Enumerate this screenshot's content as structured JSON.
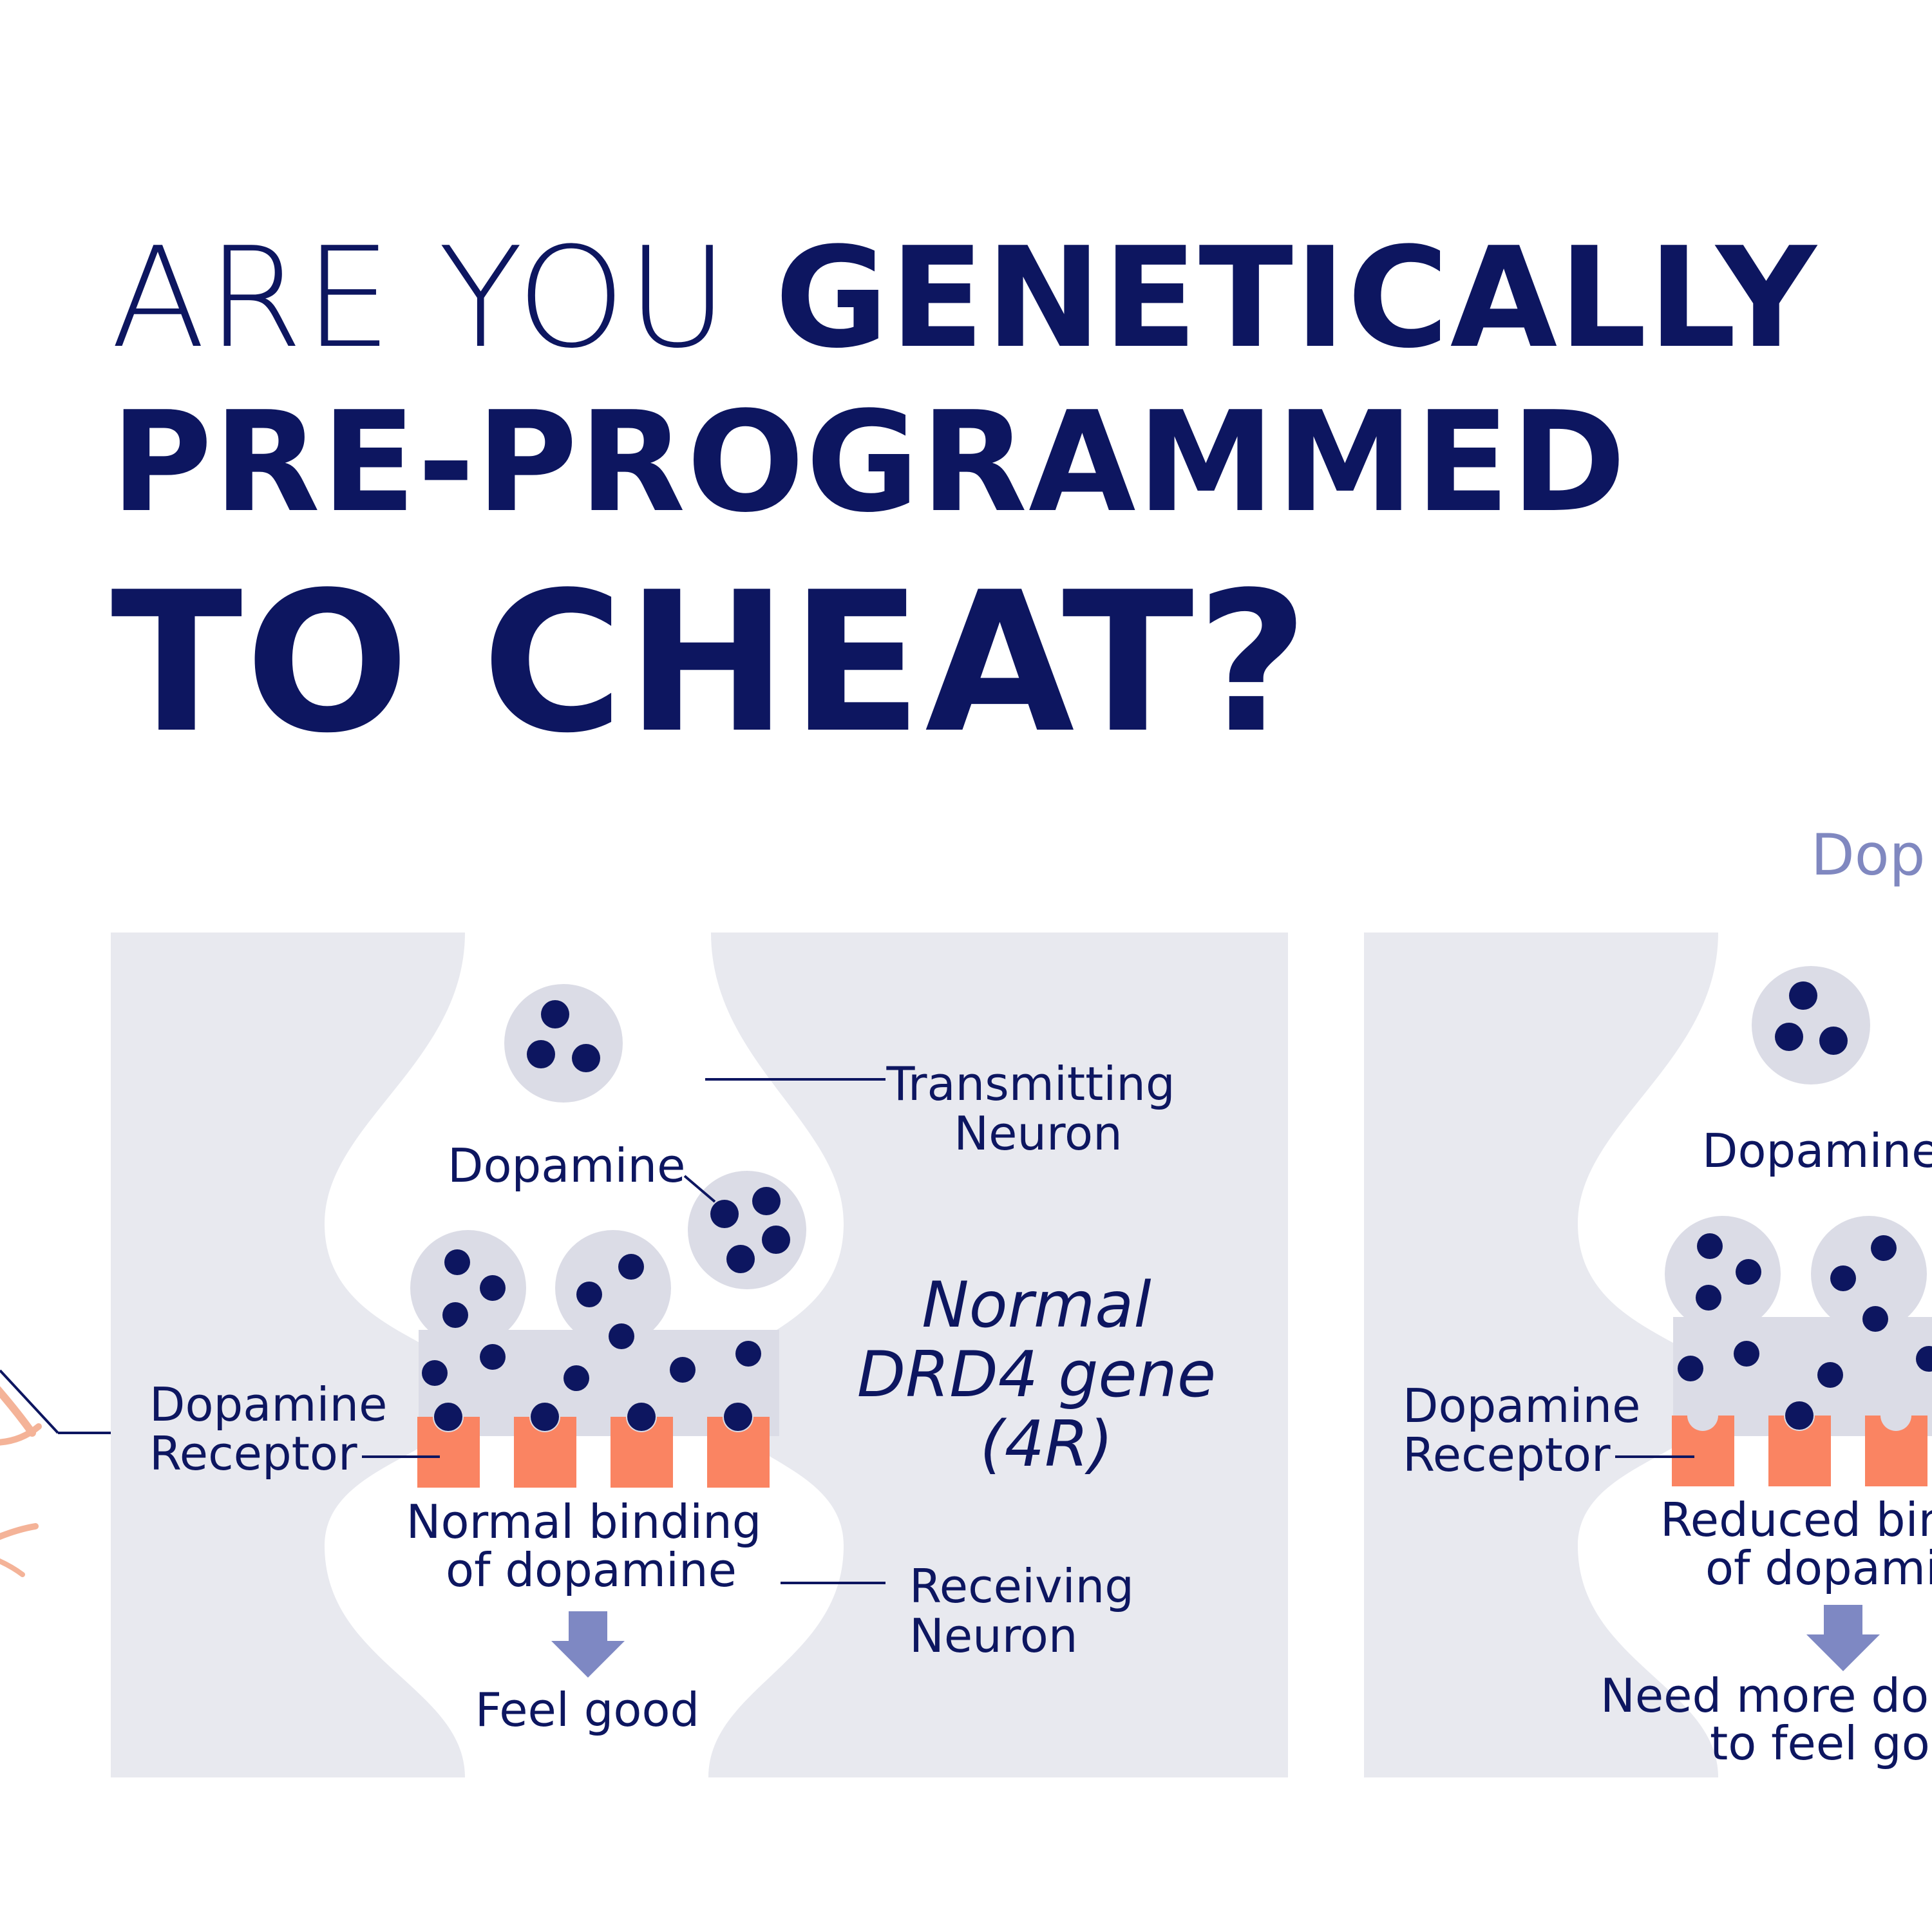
{
  "title": {
    "line1_light": "ARE YOU ",
    "line1_bold": "GENETICALLY",
    "line2": "PRE-PROGRAMMED",
    "line3": "TO CHEAT?"
  },
  "section_label": "Dop",
  "colors": {
    "navy": "#0d1660",
    "panel_gray": "#e8e9ef",
    "vesicle_gray": "#dbdce6",
    "receptor_orange": "#fa8462",
    "arrow_purple": "#7e88c3",
    "illustration_peach": "#f4b398"
  },
  "panel_normal": {
    "transmitting_neuron": [
      "Transmitting",
      "Neuron"
    ],
    "dopamine": "Dopamine",
    "gene": [
      "Normal",
      "DRD4 gene",
      "(4R)"
    ],
    "receptor": [
      "Dopamine",
      "Receptor"
    ],
    "binding": [
      "Normal binding",
      "of dopamine"
    ],
    "receiving_neuron": [
      "Receiving",
      "Neuron"
    ],
    "outcome": "Feel good"
  },
  "panel_reduced": {
    "dopamine": "Dopamine",
    "receptor": [
      "Dopamine",
      "Receptor"
    ],
    "binding": [
      "Reduced bin",
      "of dopami"
    ],
    "outcome": [
      "Need more dop",
      "to feel goo"
    ]
  }
}
